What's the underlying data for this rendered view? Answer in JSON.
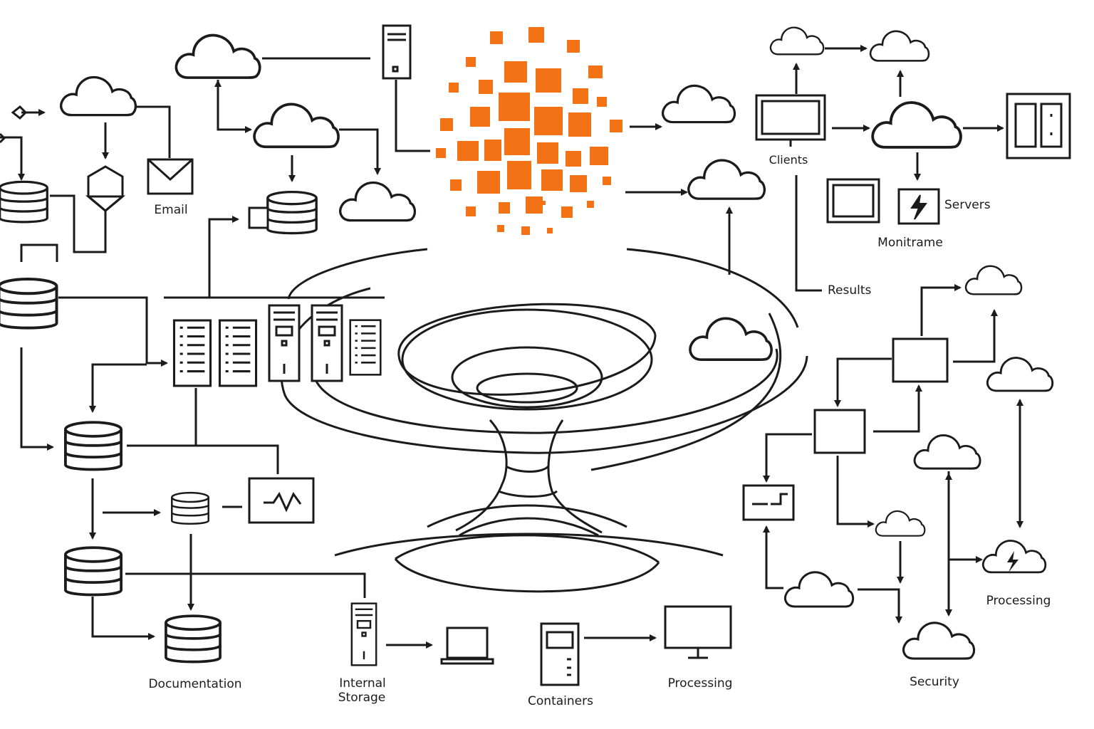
{
  "accent_color": "#f47216",
  "line_color": "#1b1b1b",
  "labels": {
    "email": "Email",
    "clients": "Clients",
    "servers": "Servers",
    "monitrame": "Monitrame",
    "results": "Results",
    "documentation": "Documentation",
    "internal_storage_line1": "Internal",
    "internal_storage_line2": "Storage",
    "containers": "Containers",
    "processing_bottom": "Processing",
    "processing_right": "Processing",
    "security": "Security"
  },
  "icons": [
    "cloud-icon",
    "database-icon",
    "server-rack-icon",
    "email-icon",
    "monitor-icon",
    "laptop-icon",
    "tablet-icon",
    "lightning-icon",
    "network-node-icon",
    "waveform-icon",
    "vortex-icon",
    "pixel-burst-icon"
  ]
}
